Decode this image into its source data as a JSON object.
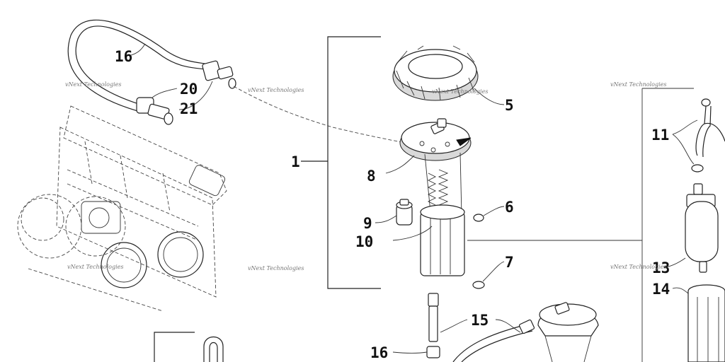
{
  "diagram": {
    "callouts": {
      "c1": "1",
      "c5": "5",
      "c6": "6",
      "c7": "7",
      "c8": "8",
      "c9": "9",
      "c10": "10",
      "c11": "11",
      "c13": "13",
      "c14": "14",
      "c15": "15",
      "c16a": "16",
      "c16b": "16",
      "c20": "20",
      "c21": "21"
    },
    "watermarks": {
      "w1": "vNext Technologies",
      "w2": "vNext Technologies",
      "w3": "vNext Technologies",
      "w4": "vNext Technologies",
      "w5": "vNext Technologies",
      "w6": "vNext Technologies",
      "w7": "vNext Technologies"
    }
  },
  "colors": {
    "line": "#222222",
    "background": "#ffffff"
  }
}
